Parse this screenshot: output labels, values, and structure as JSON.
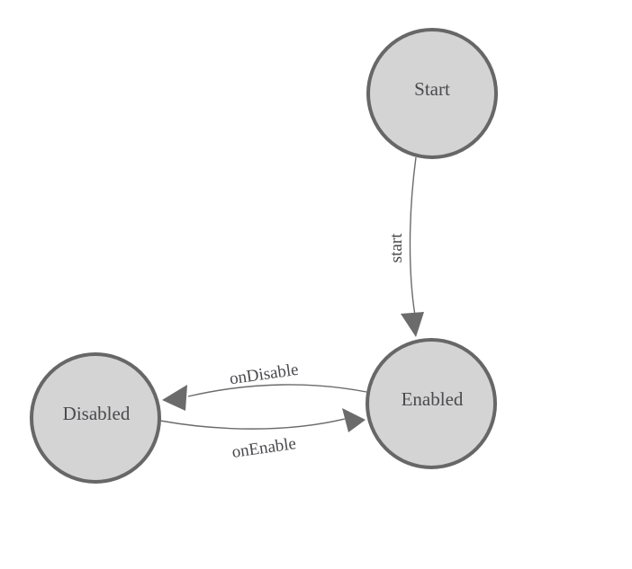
{
  "diagram": {
    "type": "state-machine",
    "colors": {
      "background": "#ffffff",
      "node-fill": "#d4d4d4",
      "node-stroke": "#676767",
      "edge-color": "#6b6b6b",
      "text-color": "#4a4a4e"
    },
    "nodes": [
      {
        "id": "start",
        "label": "Start"
      },
      {
        "id": "enabled",
        "label": "Enabled"
      },
      {
        "id": "disabled",
        "label": "Disabled"
      }
    ],
    "edges": [
      {
        "id": "start-transition",
        "label": "start",
        "from": "start",
        "to": "enabled"
      },
      {
        "id": "ondisable-transition",
        "label": "onDisable",
        "from": "enabled",
        "to": "disabled"
      },
      {
        "id": "onenable-transition",
        "label": "onEnable",
        "from": "disabled",
        "to": "enabled"
      }
    ]
  }
}
